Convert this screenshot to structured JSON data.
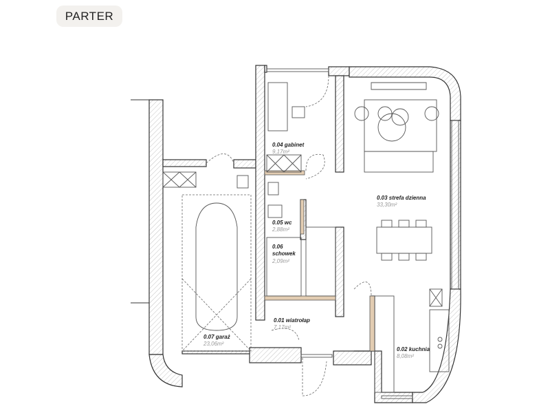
{
  "header": {
    "floor_label": "PARTER"
  },
  "rooms": [
    {
      "name": "0.01 wiatrołap",
      "area": "7,17m²"
    },
    {
      "name": "0.02 kuchnia",
      "area": "8,08m²"
    },
    {
      "name": "0.03 strefa dzienna",
      "area": "33,30m²"
    },
    {
      "name": "0.04 gabinet",
      "area": "9,17m²"
    },
    {
      "name": "0.05 wc",
      "area": "2,88m²"
    },
    {
      "name": "0.06 schowek",
      "area": "2,09m²"
    },
    {
      "name": "0.07 garaż",
      "area": "23,06m²"
    }
  ],
  "colors": {
    "wall": "#333333",
    "wood": "#e3cdb2",
    "badge": "#f3f1ee"
  }
}
